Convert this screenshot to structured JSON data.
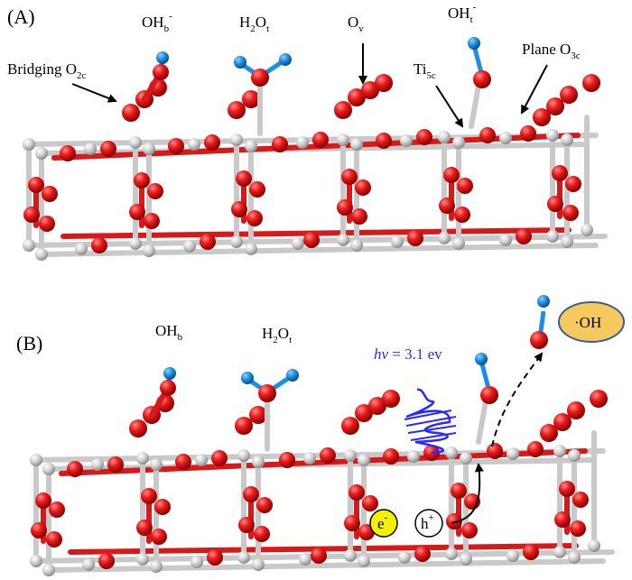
{
  "panels": [
    {
      "id": "A",
      "label": "(A)",
      "annotations": {
        "bridging": {
          "text": "Bridging O",
          "sub": "2c"
        },
        "ohb": {
          "text": "OH",
          "sub": "b",
          "sup": "-"
        },
        "h2ot": {
          "pre": "H",
          "sub1": "2",
          "mid": "O",
          "sub2": "t"
        },
        "ov": {
          "text": "O",
          "sub": "v"
        },
        "oht": {
          "text": "OH",
          "sub": "t",
          "sup": "-"
        },
        "ti5c": {
          "text": "Ti",
          "sub": "5c"
        },
        "plane": {
          "text": "Plane O",
          "sub": "3c"
        }
      }
    },
    {
      "id": "B",
      "label": "(B)",
      "annotations": {
        "ohb": {
          "text": "OH",
          "sub": "b"
        },
        "h2ot": {
          "pre": "H",
          "sub1": "2",
          "mid": "O",
          "sub2": "t"
        },
        "photon": {
          "italic": "hv",
          "rest": " = 3.1 ev"
        },
        "radical": "·OH",
        "electron": {
          "text": "e",
          "sup": "-"
        },
        "hole": {
          "text": "h",
          "sup": "+"
        }
      }
    }
  ],
  "colors": {
    "oxygen": "#e81c1c",
    "titanium": "#d4d4d4",
    "hydrogen": "#1e8fe0",
    "electron_fill": "#f5ef00",
    "radical_fill": "#f6c95e",
    "photon_wave": "#2a2aff"
  }
}
